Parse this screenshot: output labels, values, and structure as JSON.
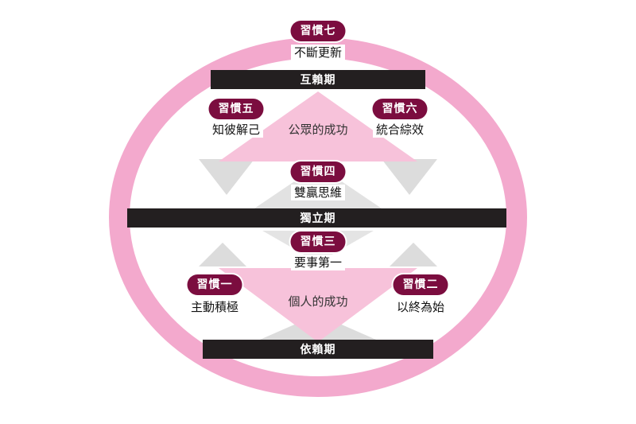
{
  "colors": {
    "ring": "#f3a9cd",
    "ring_edge": "#f6c0da",
    "bar": "#231f20",
    "pill": "#7b0d3f",
    "upper_diamond": "#f7c2da",
    "lower_diamond": "#f7c2da",
    "wedge": "#d8d8d8"
  },
  "stages": {
    "interdependence": "互賴期",
    "independence": "獨立期",
    "dependence": "依賴期"
  },
  "victories": {
    "public": "公眾的成功",
    "private": "個人的成功"
  },
  "habits": {
    "h1": {
      "tag": "習慣一",
      "name": "主動積極"
    },
    "h2": {
      "tag": "習慣二",
      "name": "以終為始"
    },
    "h3": {
      "tag": "習慣三",
      "name": "要事第一"
    },
    "h4": {
      "tag": "習慣四",
      "name": "雙贏思維"
    },
    "h5": {
      "tag": "習慣五",
      "name": "知彼解己"
    },
    "h6": {
      "tag": "習慣六",
      "name": "統合綜效"
    },
    "h7": {
      "tag": "習慣七",
      "name": "不斷更新"
    }
  }
}
